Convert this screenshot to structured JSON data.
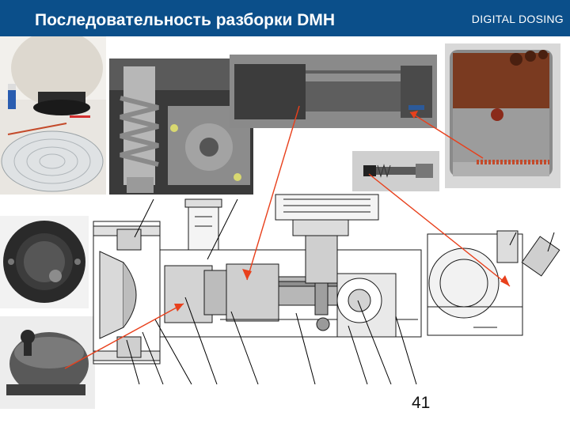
{
  "header": {
    "title": "Последовательность разборки DMH",
    "brand": "DIGITAL DOSING",
    "background_color": "#0b4f8a",
    "text_color": "#ffffff"
  },
  "photos": [
    {
      "name": "diaphragm-disassembly-photo",
      "subject": "pump head and diaphragm on table"
    },
    {
      "name": "worm-gear-photo",
      "subject": "worm gear shaft"
    },
    {
      "name": "piston-rod-photo",
      "subject": "plunger rod"
    },
    {
      "name": "crank-housing-photo",
      "subject": "corroded crank housing"
    },
    {
      "name": "small-shaft-photo",
      "subject": "small shaft with spring"
    },
    {
      "name": "diaphragm-front-photo",
      "subject": "diaphragm front view"
    },
    {
      "name": "diaphragm-side-photo",
      "subject": "diaphragm side view"
    }
  ],
  "drawing": {
    "subject": "DMH pump sectional drawing"
  },
  "annotation_colors": {
    "arrow": "#e8401c",
    "leader": "#000000"
  },
  "page_number": "41"
}
